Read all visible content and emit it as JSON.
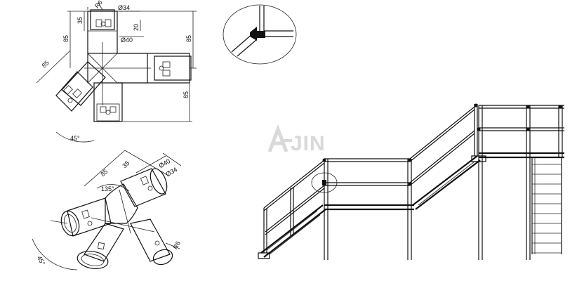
{
  "top_view": {
    "dims": {
      "d34": "Ø34",
      "d40": "Ø40",
      "r6": "R6",
      "len35": "35",
      "len20": "20",
      "len85_left": "85",
      "len85_right": "85",
      "len85_bottom": "85",
      "len85_diag": "85",
      "ang45": "45°"
    }
  },
  "iso_view": {
    "dims": {
      "d40": "Ø40",
      "d34": "Ø34",
      "len35": "35",
      "len85": "85",
      "ang135": "135°",
      "ang45": "45°",
      "r6": "R6"
    }
  },
  "watermark": {
    "brand": "JIN"
  }
}
